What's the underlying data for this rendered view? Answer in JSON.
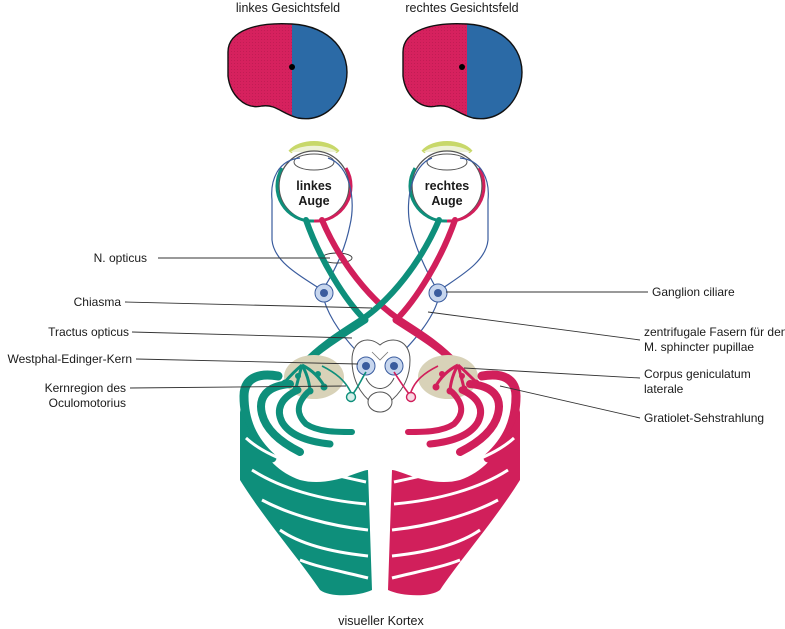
{
  "colors": {
    "left_field": "#d6215e",
    "right_field": "#2b6aa6",
    "left_path": "#0e8f7b",
    "right_path": "#d11f5b",
    "nerve_blue": "#3a5c9e",
    "nucleus_bg": "#d8d2b8"
  },
  "fields": {
    "left_title": "linkes Gesichtsfeld",
    "right_title": "rechtes Gesichtsfeld"
  },
  "eyes": {
    "left_line1": "linkes",
    "left_line2": "Auge",
    "right_line1": "rechtes",
    "right_line2": "Auge"
  },
  "labels": {
    "n_opticus": "N. opticus",
    "chiasma": "Chiasma",
    "tractus": "Tractus opticus",
    "westphal": "Westphal-Edinger-Kern",
    "kernregion_1": "Kernregion des",
    "kernregion_2": "Oculomotorius",
    "ganglion": "Ganglion ciliare",
    "zentrifugal_1": "zentrifugale Fasern für den",
    "zentrifugal_2": "M. sphincter pupillae",
    "corpus_1": "Corpus geniculatum",
    "corpus_2": "laterale",
    "gratiolet": "Gratiolet-Sehstrahlung",
    "kortex": "visueller Kortex"
  }
}
